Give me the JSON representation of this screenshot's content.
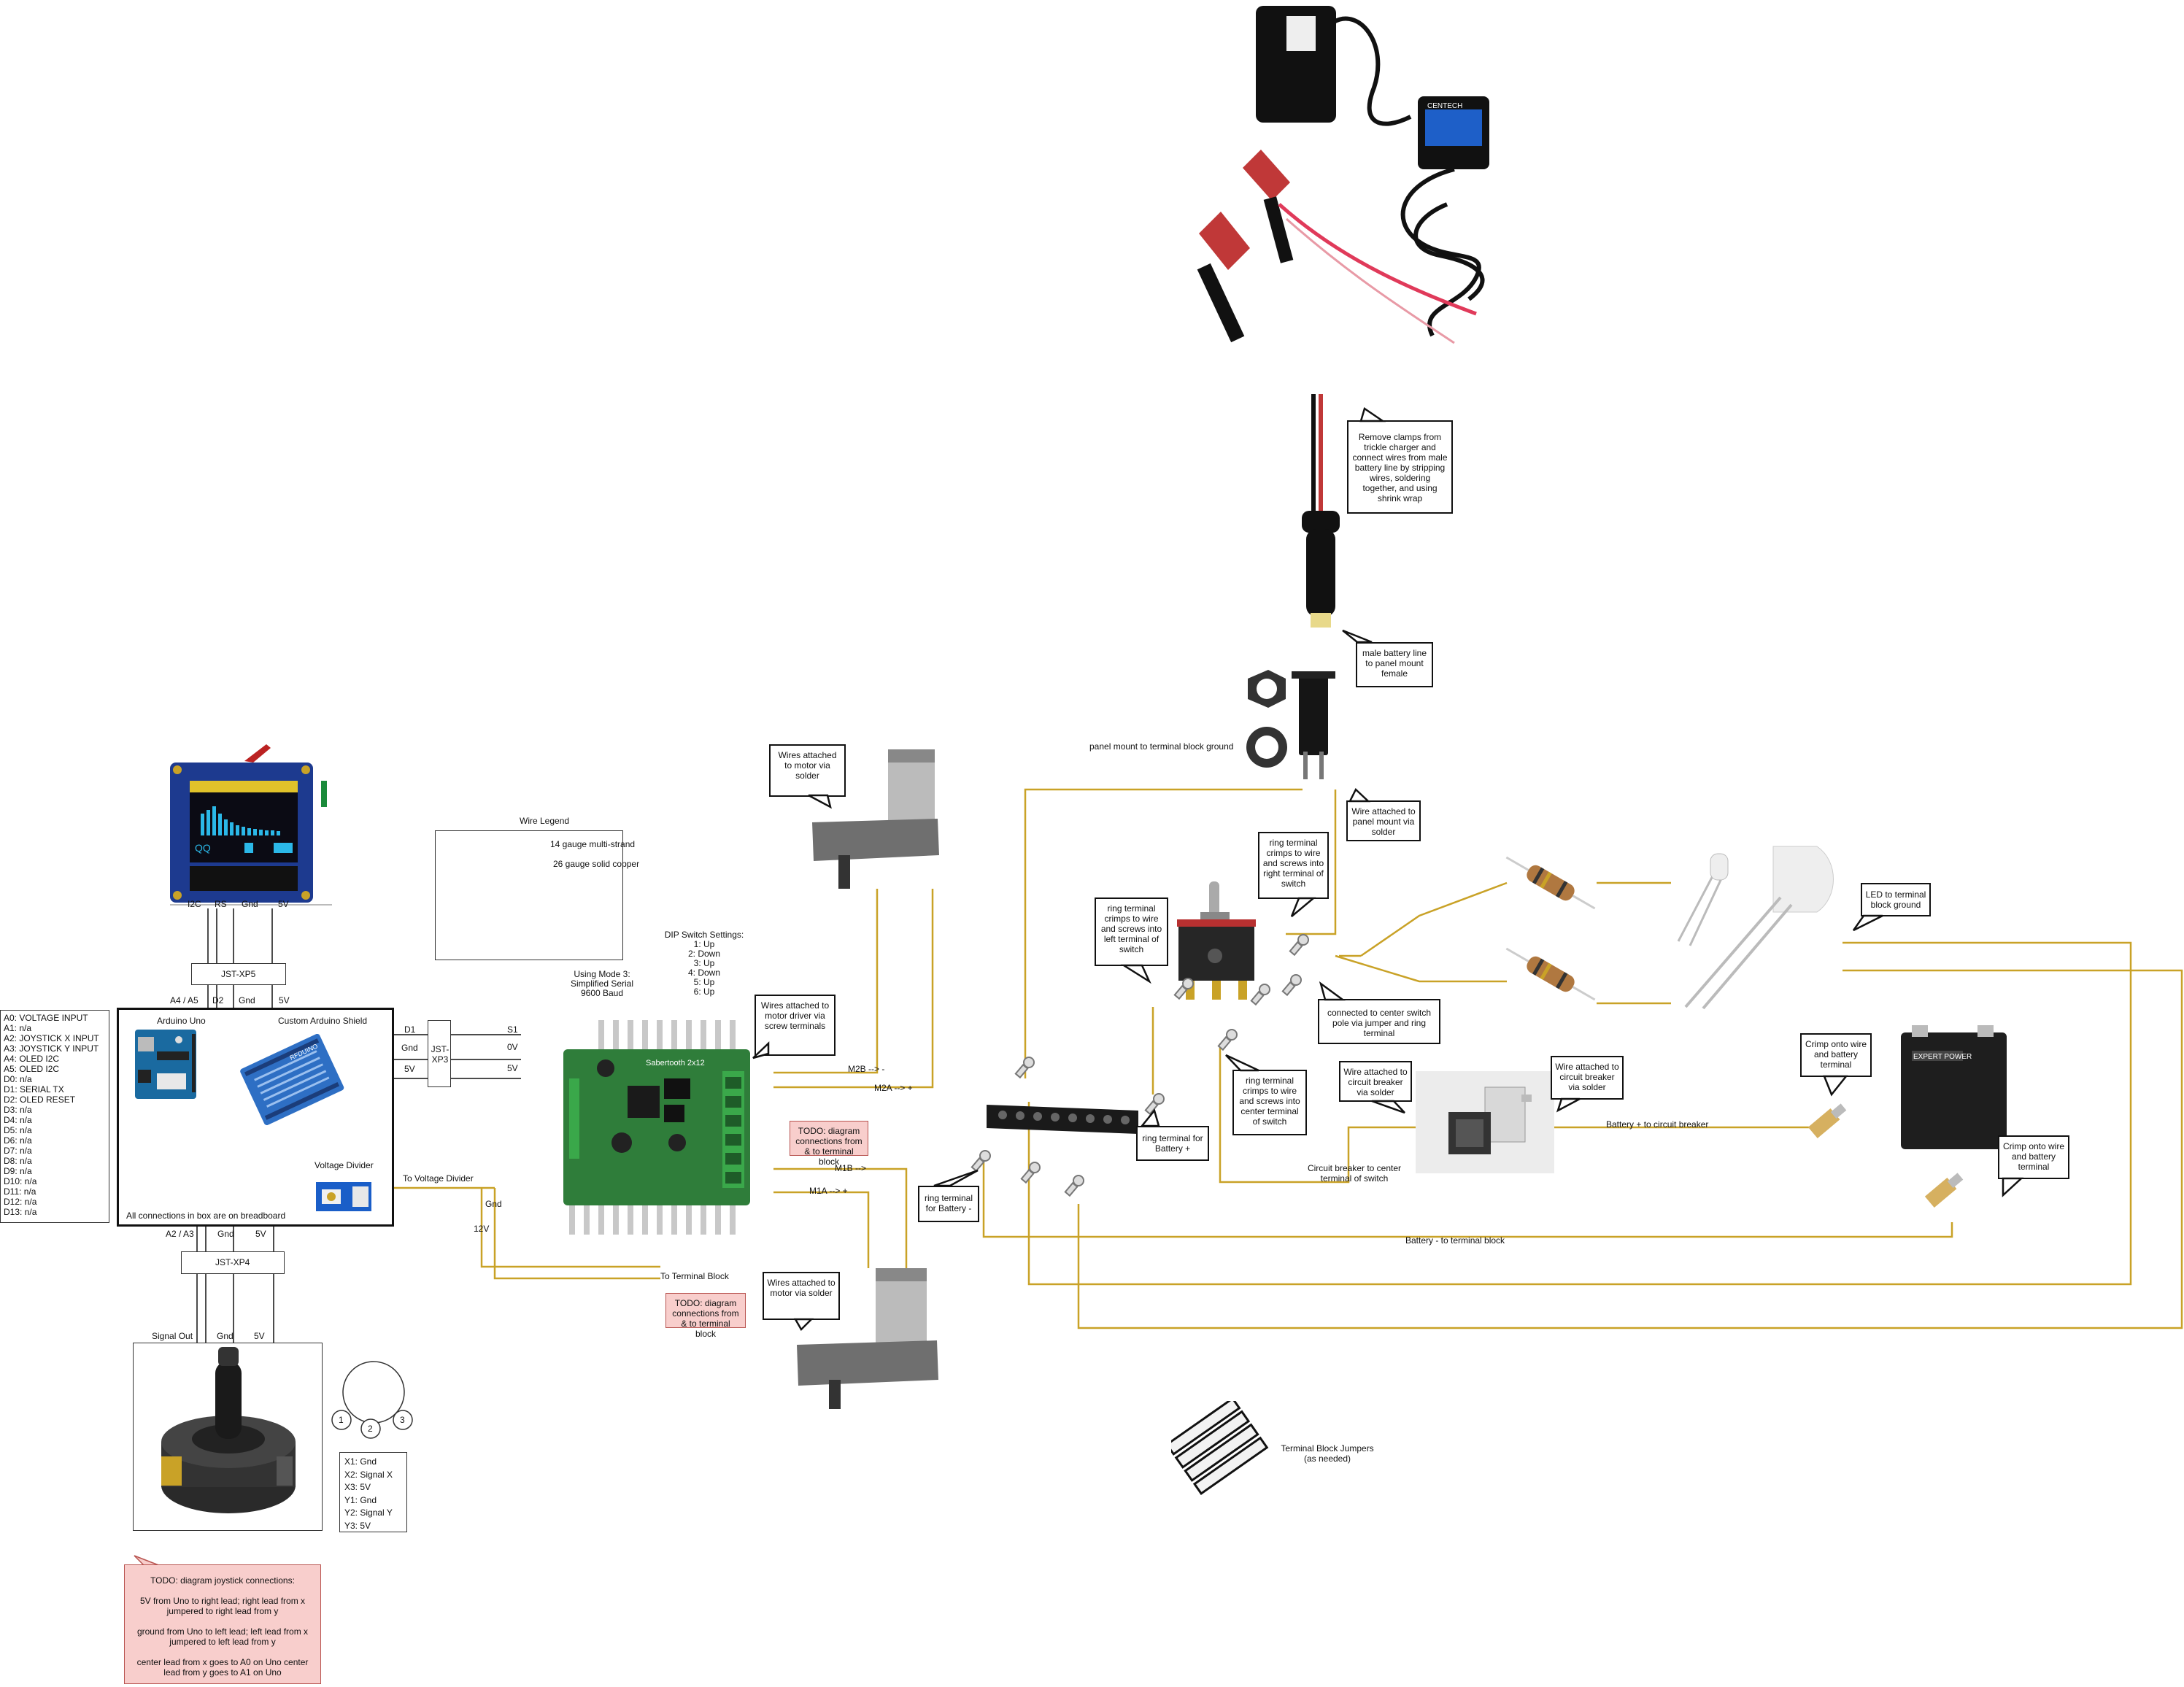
{
  "wire_legend": {
    "title": "Wire Legend",
    "items": [
      "14 gauge multi-strand",
      "26 gauge solid copper"
    ],
    "colors": [
      "#c9a227",
      "#111111"
    ]
  },
  "dip": {
    "title": "DIP Switch Settings:",
    "lines": [
      "1: Up",
      "2: Down",
      "3: Up",
      "4: Down",
      "5: Up",
      "6: Up"
    ]
  },
  "mode": {
    "lines": [
      "Using Mode 3:",
      "Simplified Serial",
      "9600 Baud"
    ]
  },
  "oled_pins": [
    "I2C",
    "RS",
    "Gnd",
    "5V"
  ],
  "jst_xp5": "JST-XP5",
  "uno_top_pins": [
    "A4 / A5",
    "D2",
    "Gnd",
    "5V"
  ],
  "uno_box": {
    "arduino_label": "Arduino Uno",
    "shield_label": "Custom Arduino Shield",
    "divider_label": "Voltage Divider",
    "footer": "All connections in box are on breadboard"
  },
  "pin_list": [
    "A0: VOLTAGE INPUT",
    "A1: n/a",
    "A2: JOYSTICK X INPUT",
    "A3: JOYSTICK Y INPUT",
    "A4: OLED I2C",
    "A5: OLED I2C",
    "D0: n/a",
    "D1: SERIAL TX",
    "D2: OLED RESET",
    "D3: n/a",
    "D4: n/a",
    "D5: n/a",
    "D6: n/a",
    "D7: n/a",
    "D8: n/a",
    "D9: n/a",
    "D10: n/a",
    "D11: n/a",
    "D12: n/a",
    "D13: n/a"
  ],
  "xp3": {
    "name": "JST-XP3",
    "left": [
      "D1",
      "Gnd",
      "5V"
    ],
    "right": [
      "S1",
      "0V",
      "5V"
    ]
  },
  "to_voltage_divider": "To Voltage Divider",
  "gnd": "Gnd",
  "twelve_v": "12V",
  "to_terminal_block": "To Terminal Block",
  "todo_terminal_1": "TODO: diagram connections from & to terminal block",
  "todo_terminal_2": "TODO: diagram connections from & to terminal block",
  "jst_xp4": "JST-XP4",
  "xp4_top": [
    "A2 / A3",
    "Gnd",
    "5V"
  ],
  "xp4_bottom": [
    "Signal Out",
    "Gnd",
    "5V"
  ],
  "pot_pins": [
    "1",
    "2",
    "3"
  ],
  "pot_list": [
    "X1: Gnd",
    "X2: Signal X",
    "X3: 5V",
    "Y1: Gnd",
    "Y2: Signal Y",
    "Y3: 5V"
  ],
  "todo_joystick": {
    "title": "TODO: diagram joystick connections:",
    "p1": "5V from Uno to right lead; right lead from x jumpered to right lead from y",
    "p2": "ground from Uno to left lead; left lead from x jumpered to left lead from y",
    "p3": "center lead from x goes to A0 on Uno center lead from y goes to A1 on Uno"
  },
  "motor_labels": {
    "m2b": "M2B --> -",
    "m2a": "M2A --> +",
    "m1b": "M1B -->",
    "m1a": "M1A --> +"
  },
  "callouts": {
    "motor_top": "Wires attached to motor via solder",
    "motor_driver": "Wires attached to motor driver via screw terminals",
    "motor_bottom": "Wires attached to motor via solder",
    "clamps": "Remove clamps from trickle charger and connect wires from male battery line by stripping wires, soldering together, and using shrink wrap",
    "male_line": "male battery line to panel mount female",
    "panel_solder": "Wire attached to panel mount via solder",
    "ring_right": "ring terminal crimps to wire and screws into right terminal of switch",
    "ring_left": "ring terminal crimps to wire and screws into left terminal of switch",
    "ring_center": "ring terminal crimps to wire and screws into center terminal of switch",
    "center_pole": "connected to center switch pole via jumper and ring terminal",
    "breaker_left": "Wire attached to circuit breaker via solder",
    "breaker_right": "Wire attached to circuit breaker via solder",
    "ring_batt_plus": "ring terminal for Battery +",
    "ring_batt_minus": "ring terminal for Battery -",
    "led_ground": "LED to terminal block ground",
    "crimp_top": "Crimp onto wire and battery terminal",
    "crimp_bottom": "Crimp onto wire and battery terminal"
  },
  "panel_ground": "panel mount to terminal block ground",
  "breaker_center": "Circuit breaker to center terminal of switch",
  "batt_plus_breaker": "Battery + to circuit breaker",
  "batt_minus_block": "Battery - to terminal block",
  "jumpers": "Terminal Block Jumpers (as needed)",
  "oled_screen_text": "QQ",
  "saber_text": "Sabertooth 2x12",
  "battery_brand": "EXPERT POWER",
  "shield_chip": "RFDUINO",
  "charger_brand": "CENTECH"
}
